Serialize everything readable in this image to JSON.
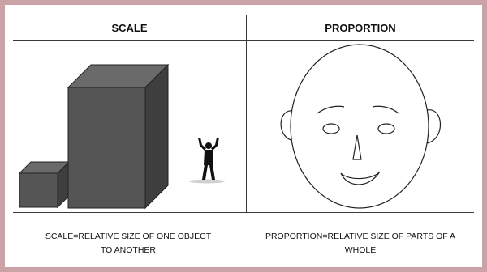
{
  "left_panel": {
    "title": "SCALE",
    "caption": "SCALE=RELATIVE SIZE OF ONE OBJECT TO ANOTHER"
  },
  "right_panel": {
    "title": "PROPORTION",
    "caption": "PROPORTION=RELATIVE SIZE OF PARTS OF A WHOLE"
  },
  "colors": {
    "background": "#c9a3a5",
    "box_front": "#555555",
    "box_top": "#6a6a6a",
    "box_side": "#3e3e3e",
    "line": "#3a3a3a"
  }
}
